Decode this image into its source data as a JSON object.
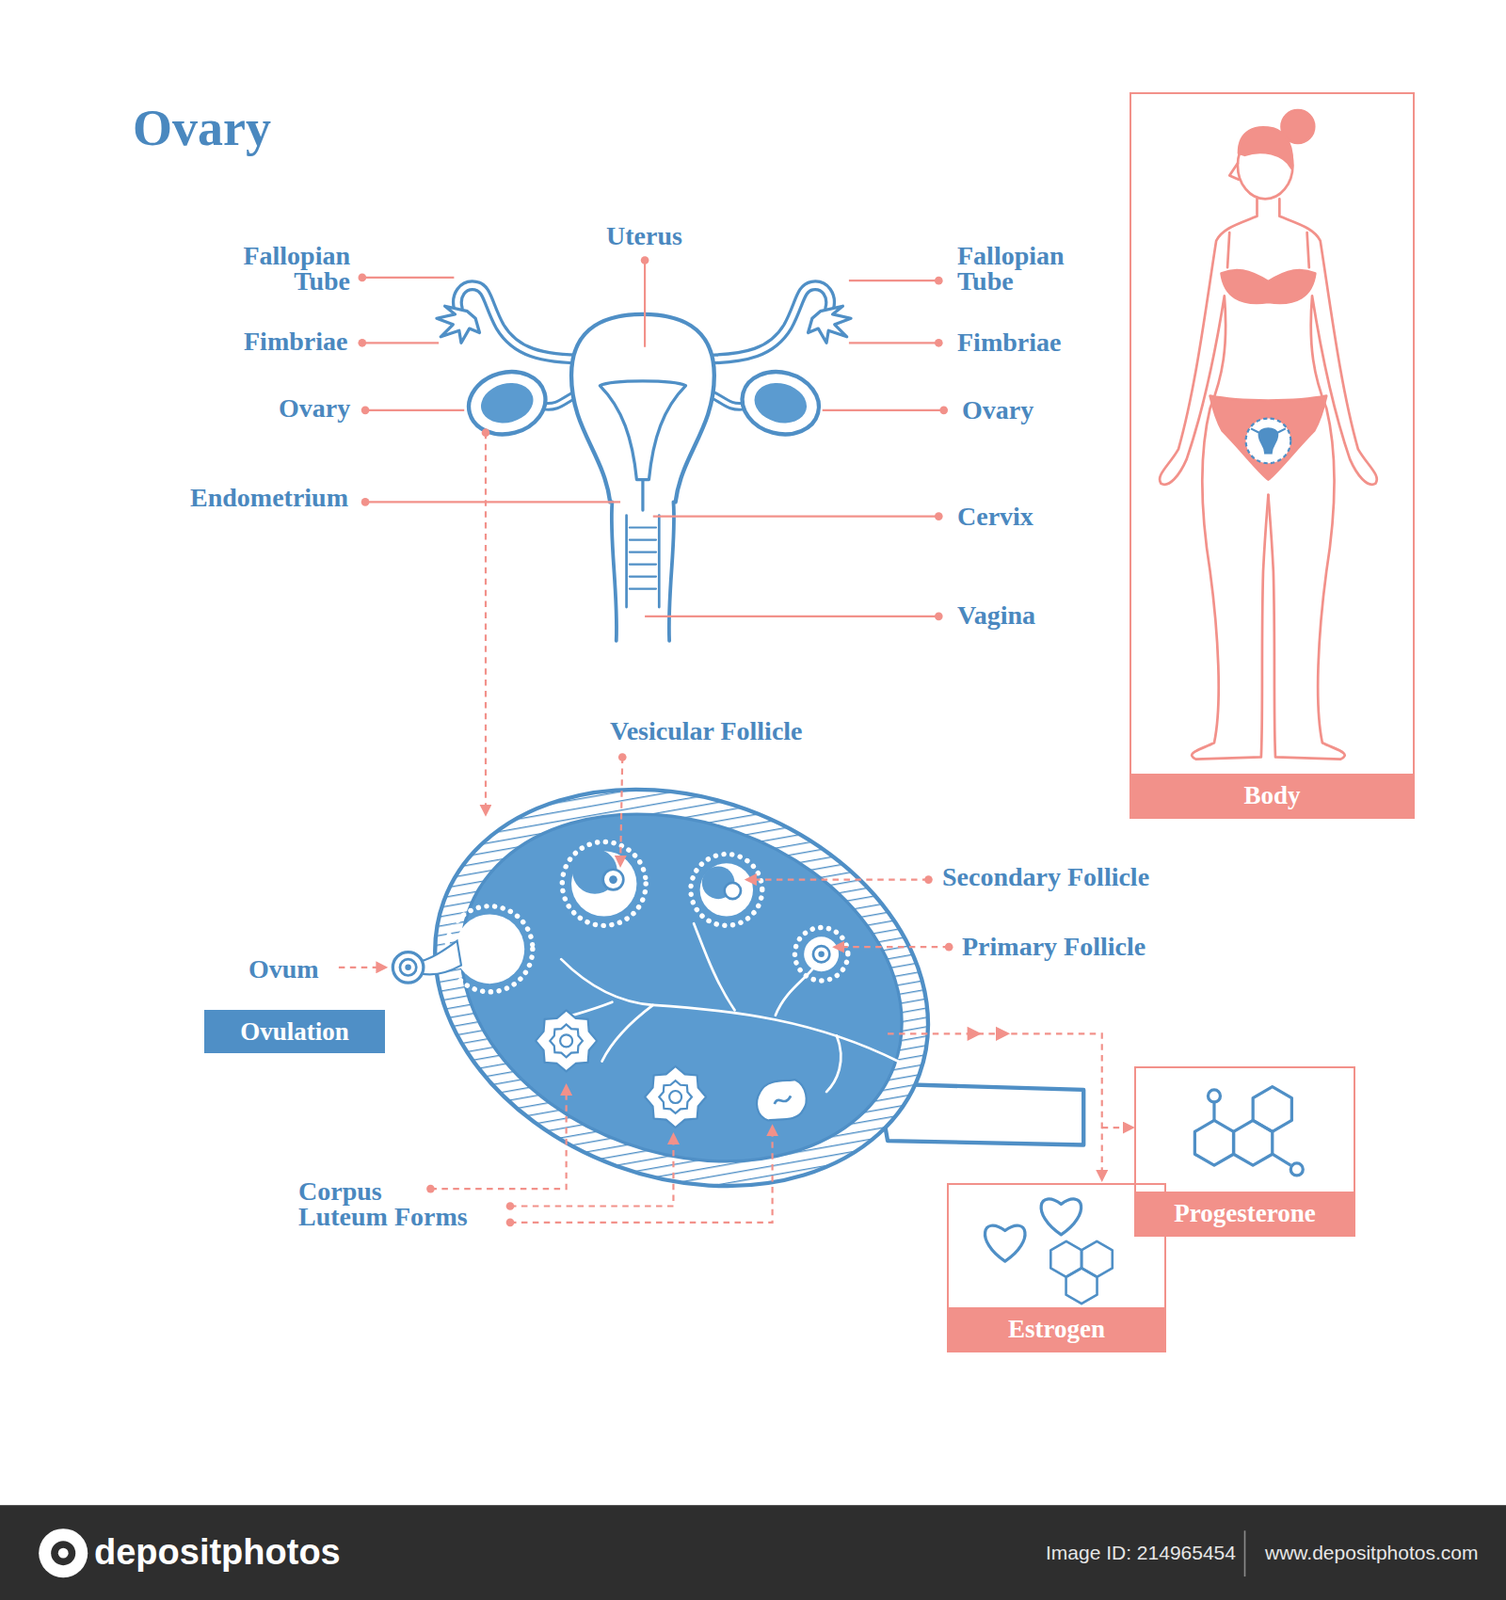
{
  "diagram": {
    "title": "Ovary",
    "nodes": [
      {
        "text": [
          "Body"
        ]
      },
      {
        "text": [
          "Ovulation"
        ]
      },
      {
        "text": [
          "Progesterone"
        ]
      },
      {
        "text": [
          "Estrogen"
        ]
      },
      {
        "text": [
          "depositphotos",
          "Image ID: 214965454",
          "www.depositphotos.com"
        ]
      }
    ],
    "labels": [
      "Fallopian Tube",
      "Uterus",
      "Fallopian Tube",
      "Fimbriae",
      "Fimbriae",
      "Ovary",
      "Ovary",
      "Endometrium",
      "Cervix",
      "Vagina",
      "Vesicular Follicle",
      "Secondary Follicle",
      "Ovum",
      "Primary Follicle",
      "Corpus Luteum Forms"
    ]
  }
}
